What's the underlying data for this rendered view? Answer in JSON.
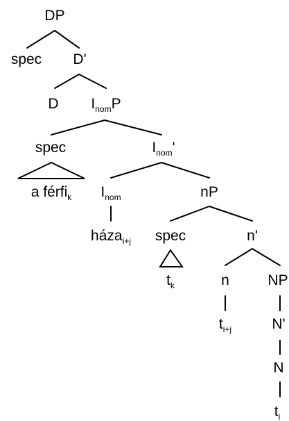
{
  "tree": {
    "nodes": {
      "dp": {
        "label": "DP"
      },
      "spec_dp": {
        "label": "spec"
      },
      "d_bar": {
        "label": "D'"
      },
      "d": {
        "label": "D"
      },
      "inomp": {
        "label": "I",
        "sub": "nom",
        "suffix": "P"
      },
      "spec_inomp": {
        "label": "spec"
      },
      "inom_bar": {
        "label": "I",
        "sub": "nom",
        "suffix": "'"
      },
      "a_ferfi": {
        "label": "a férfi",
        "sub": "k"
      },
      "inom": {
        "label": "I",
        "sub": "nom"
      },
      "np": {
        "label": "nP"
      },
      "haza": {
        "label": "háza",
        "sub": "i+j"
      },
      "spec_np": {
        "label": "spec"
      },
      "n_bar": {
        "label": "n'"
      },
      "tk": {
        "label": "t",
        "sub": "k"
      },
      "n": {
        "label": "n"
      },
      "NP": {
        "label": "NP"
      },
      "tij": {
        "label": "t",
        "sub": "i+j"
      },
      "N_bar": {
        "label": "N'"
      },
      "N": {
        "label": "N"
      },
      "ti": {
        "label": "t",
        "sub": "i"
      }
    }
  }
}
